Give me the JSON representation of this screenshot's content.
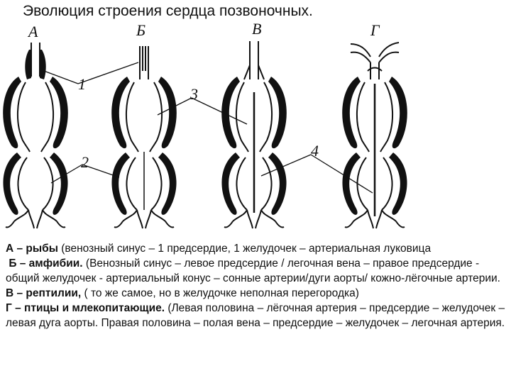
{
  "title": "Эволюция строения сердца позвоночных.",
  "panels": [
    {
      "letter": "А"
    },
    {
      "letter": "Б"
    },
    {
      "letter": "В"
    },
    {
      "letter": "Г"
    }
  ],
  "callouts": [
    "1",
    "2",
    "3",
    "4"
  ],
  "legend": {
    "a_head": "А – рыбы",
    "a_text": " (венозный синус – 1 предсердие, 1 желудочек – артериальная луковица",
    "b_head": "Б – амфибии.",
    "b_text": "  (Венозный синус – левое предсердие / легочная вена – правое предсердие -  общий желудочек -  артериальный конус – сонные артерии/дуги аорты/ кожно-лёгочные артерии.",
    "c_head": "В – рептилии,",
    "c_text": "  ( то же самое, но в желудочке неполная перегородка)",
    "d_head": "Г – птицы и млекопитающие.",
    "d_text": " (Левая половина – лёгочная артерия – предсердие – желудочек – левая дуга аорты. Правая половина – полая вена – предсердие – желудочек – легочная артерия."
  }
}
